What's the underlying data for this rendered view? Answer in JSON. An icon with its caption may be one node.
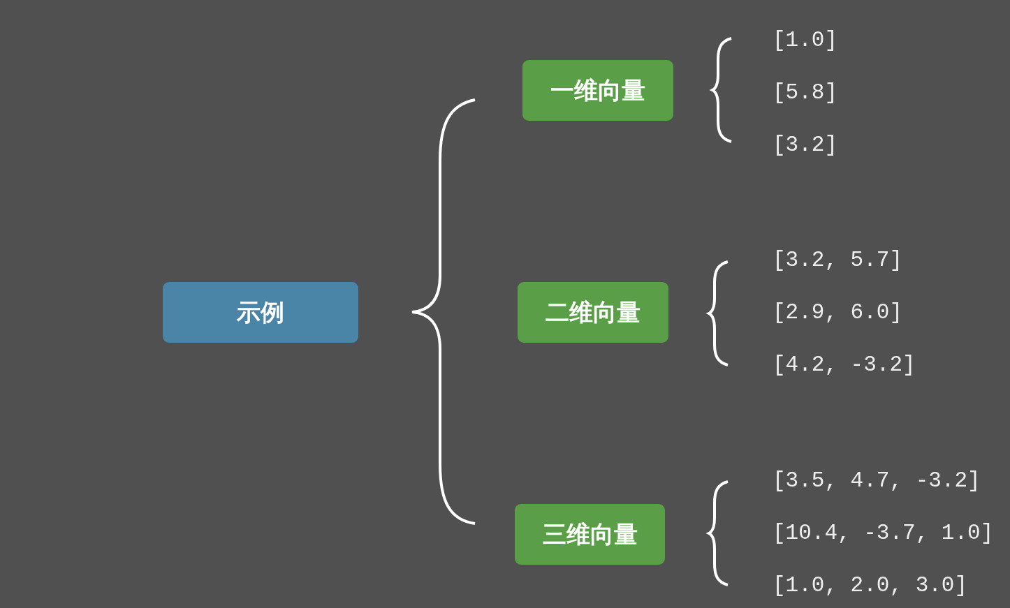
{
  "diagram": {
    "nodes": [
      {
        "text": [
          "示例"
        ]
      },
      {
        "text": [
          "一维向量"
        ]
      },
      {
        "text": [
          "二维向量"
        ]
      },
      {
        "text": [
          "三维向量"
        ]
      }
    ],
    "labels": [
      "[1.0]",
      "[5.8]",
      "[3.2]",
      "[3.2, 5.7]",
      "[2.9, 6.0]",
      "[4.2, -3.2]",
      "[3.5, 4.7, -3.2]",
      "[10.4, -3.7, 1.0]",
      "[1.0, 2.0, 3.0]"
    ]
  }
}
